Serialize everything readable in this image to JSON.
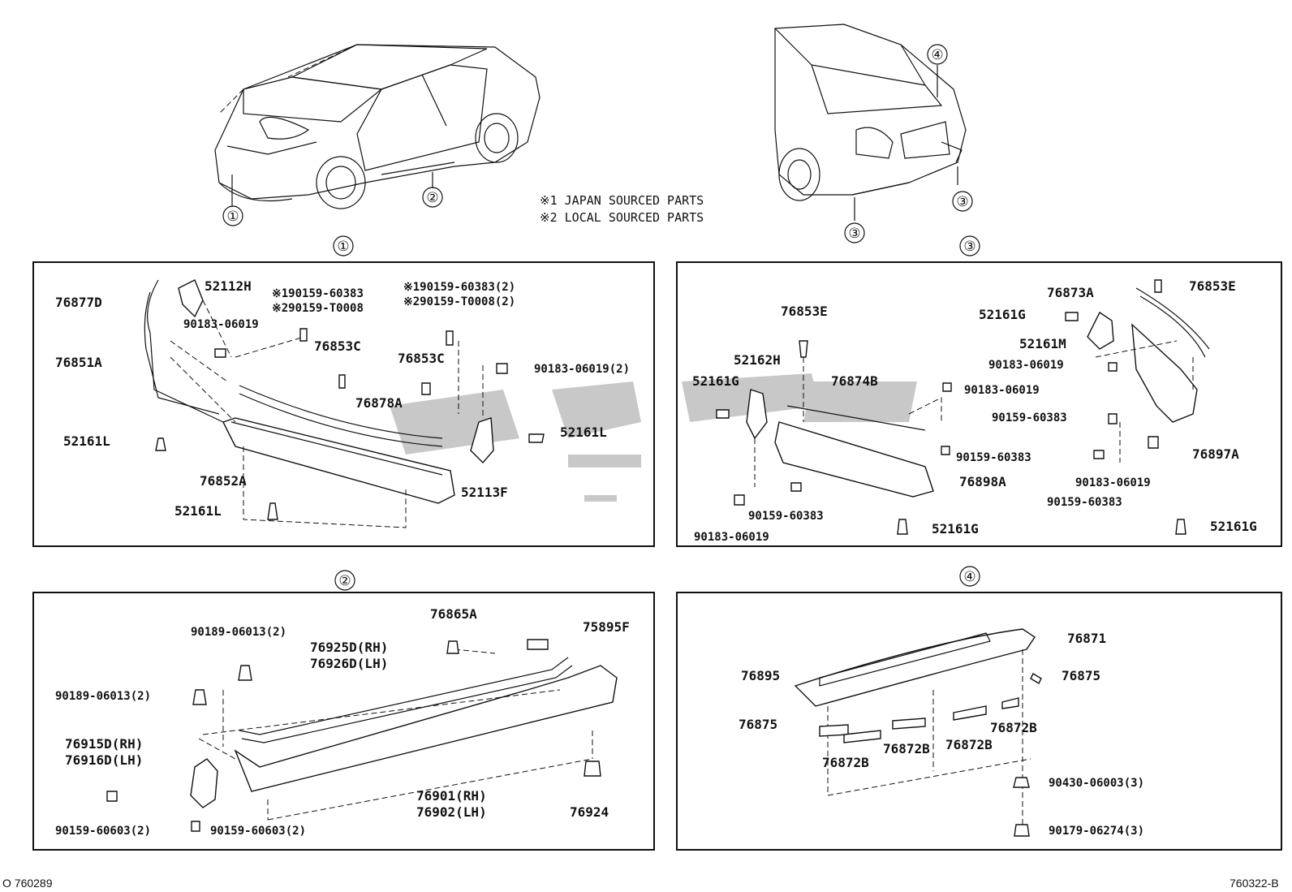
{
  "notes": {
    "line1": "※1 JAPAN SOURCED PARTS",
    "line2": "※2 LOCAL SOURCED PARTS"
  },
  "callouts": {
    "car1_c1": "①",
    "car1_c2": "②",
    "car2_c4": "④",
    "car2_c3a": "③",
    "car2_c3b": "③",
    "sec1": "①",
    "sec3": "③",
    "sec2": "②",
    "sec4": "④"
  },
  "panel1": {
    "labels": [
      "76877D",
      "52112H",
      "※190159-60383",
      "※290159-T0008",
      "※190159-60383(2)",
      "※290159-T0008(2)",
      "90183-06019",
      "76853C",
      "76853C",
      "90183-06019(2)",
      "76851A",
      "76878A",
      "52161L",
      "52161L",
      "76852A",
      "52113F",
      "52161L"
    ]
  },
  "panel3": {
    "labels": [
      "76853E",
      "76873A",
      "76853E",
      "52161G",
      "52161M",
      "52162H",
      "90183-06019",
      "52161G",
      "76874B",
      "90183-06019",
      "90159-60383",
      "76897A",
      "90159-60383",
      "76898A",
      "90159-60383",
      "90183-06019",
      "90183-06019",
      "90159-60383",
      "52161G",
      "52161G"
    ]
  },
  "panel2": {
    "labels": [
      "76865A",
      "75895F",
      "90189-06013(2)",
      "76925D(RH)",
      "76926D(LH)",
      "90189-06013(2)",
      "76915D(RH)",
      "76916D(LH)",
      "76901(RH)",
      "76902(LH)",
      "76924",
      "90159-60603(2)",
      "90159-60603(2)"
    ]
  },
  "panel4": {
    "labels": [
      "76871",
      "76895",
      "76875",
      "76875",
      "76872B",
      "76872B",
      "76872B",
      "76872B",
      "90430-06003(3)",
      "90179-06274(3)"
    ]
  },
  "footer": {
    "left": "O 760289",
    "right": "760322-B"
  }
}
